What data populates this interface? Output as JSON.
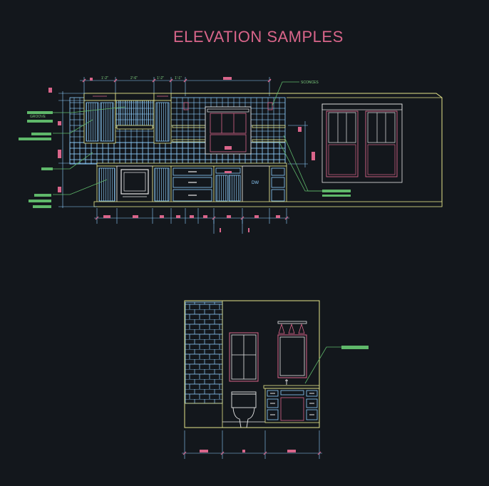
{
  "drawing": {
    "title": "ELEVATION SAMPLES",
    "labels": {
      "sconces": "SCONCES",
      "groove": "GROOVE",
      "dishwasher": "DW"
    },
    "dims_top": [
      "1'-2\"",
      "2'-6\"",
      "1'-2\"",
      "1'-1\""
    ],
    "colors": {
      "background": "#13171c",
      "yellow": "#e6e68a",
      "cyan": "#8fd0ff",
      "magenta": "#d9658a",
      "green": "#5fb86a",
      "white": "#e8e8e8"
    }
  }
}
